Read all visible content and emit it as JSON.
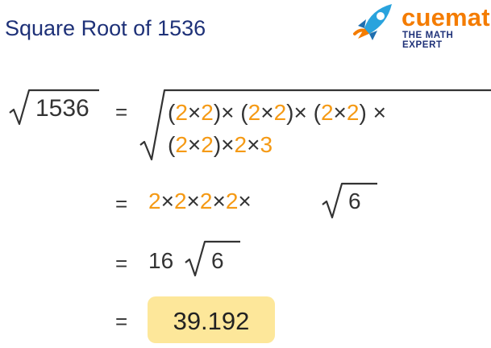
{
  "title": "Square Root of 1536",
  "logo": {
    "brand": "cuemath",
    "tagline": "THE MATH EXPERT",
    "icon": "rocket-icon",
    "brand_color": "#f47c00"
  },
  "colors": {
    "title": "#1e3178",
    "radicand": "#29a3dd",
    "factor": "#f59a15",
    "answer_bg": "#fde79a"
  },
  "lhs": {
    "radicand": "1536"
  },
  "equals": "=",
  "times": "×",
  "step1": {
    "line1_a": "(",
    "line1_b": "2",
    "line1_c": " × ",
    "line1_d": "2",
    "line1_e": ")",
    "line1_f": " × (",
    "line1_g": "2",
    "line1_h": " × ",
    "line1_i": "2",
    "line1_j": ")",
    "line1_k": " × (",
    "line1_l": "2",
    "line1_m": " × ",
    "line1_n": "2",
    "line1_o": ") ×",
    "line2_a": "(",
    "line2_b": "2",
    "line2_c": " × ",
    "line2_d": "2",
    "line2_e": ")",
    "line2_f": " × ",
    "line2_g": "2",
    "line2_h": " × ",
    "line2_i": "3"
  },
  "step2": {
    "f1": "2",
    "f2": "2",
    "f3": "2",
    "f4": "2",
    "radicand": "6"
  },
  "step3": {
    "coef": "16",
    "radicand": "6"
  },
  "answer": "39.192"
}
